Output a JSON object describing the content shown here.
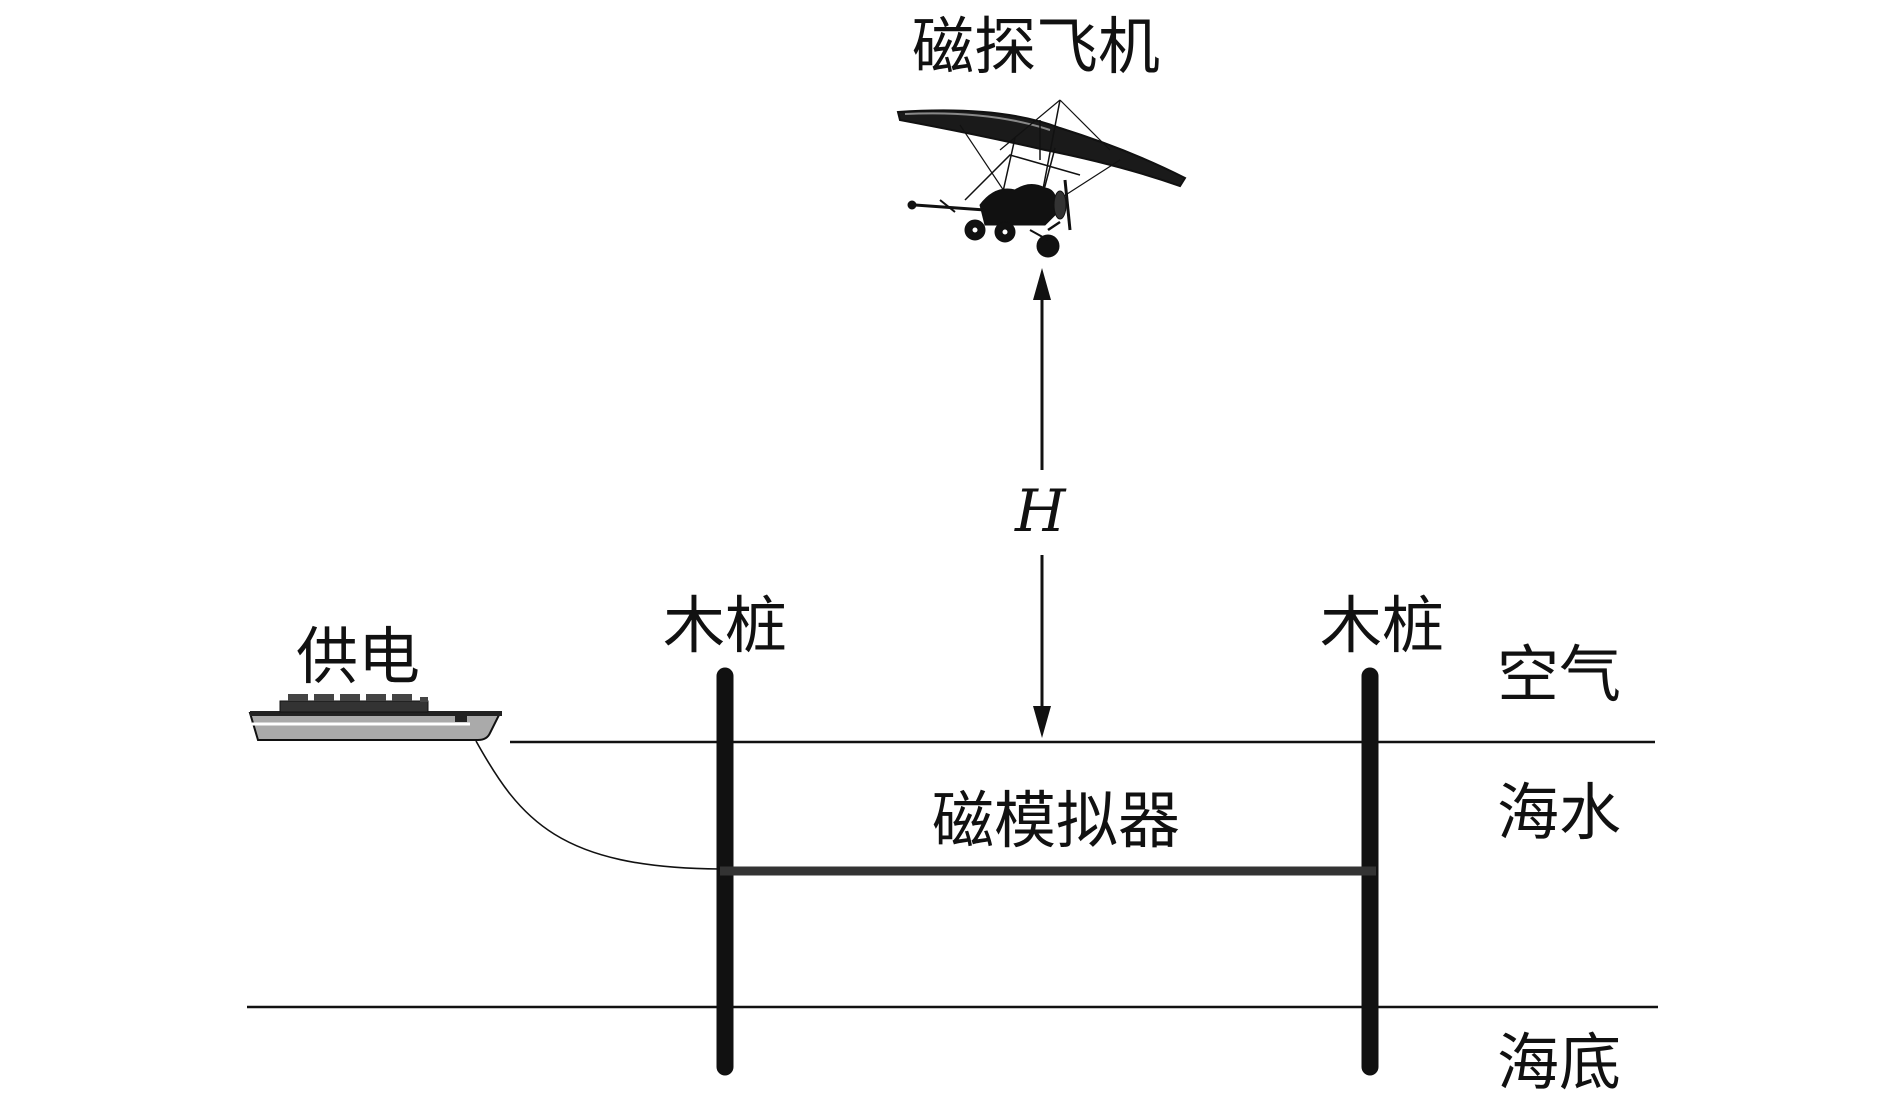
{
  "labels": {
    "aircraft": "磁探飞机",
    "height": "H",
    "power_supply": "供电",
    "pile_left": "木桩",
    "pile_right": "木桩",
    "air": "空气",
    "seawater": "海水",
    "simulator": "磁模拟器",
    "seabed": "海底"
  },
  "colors": {
    "line": "#111111",
    "ship_hull": "#999999"
  },
  "icons": {
    "aircraft": "ultralight-trike-icon",
    "ship": "ship-icon"
  }
}
